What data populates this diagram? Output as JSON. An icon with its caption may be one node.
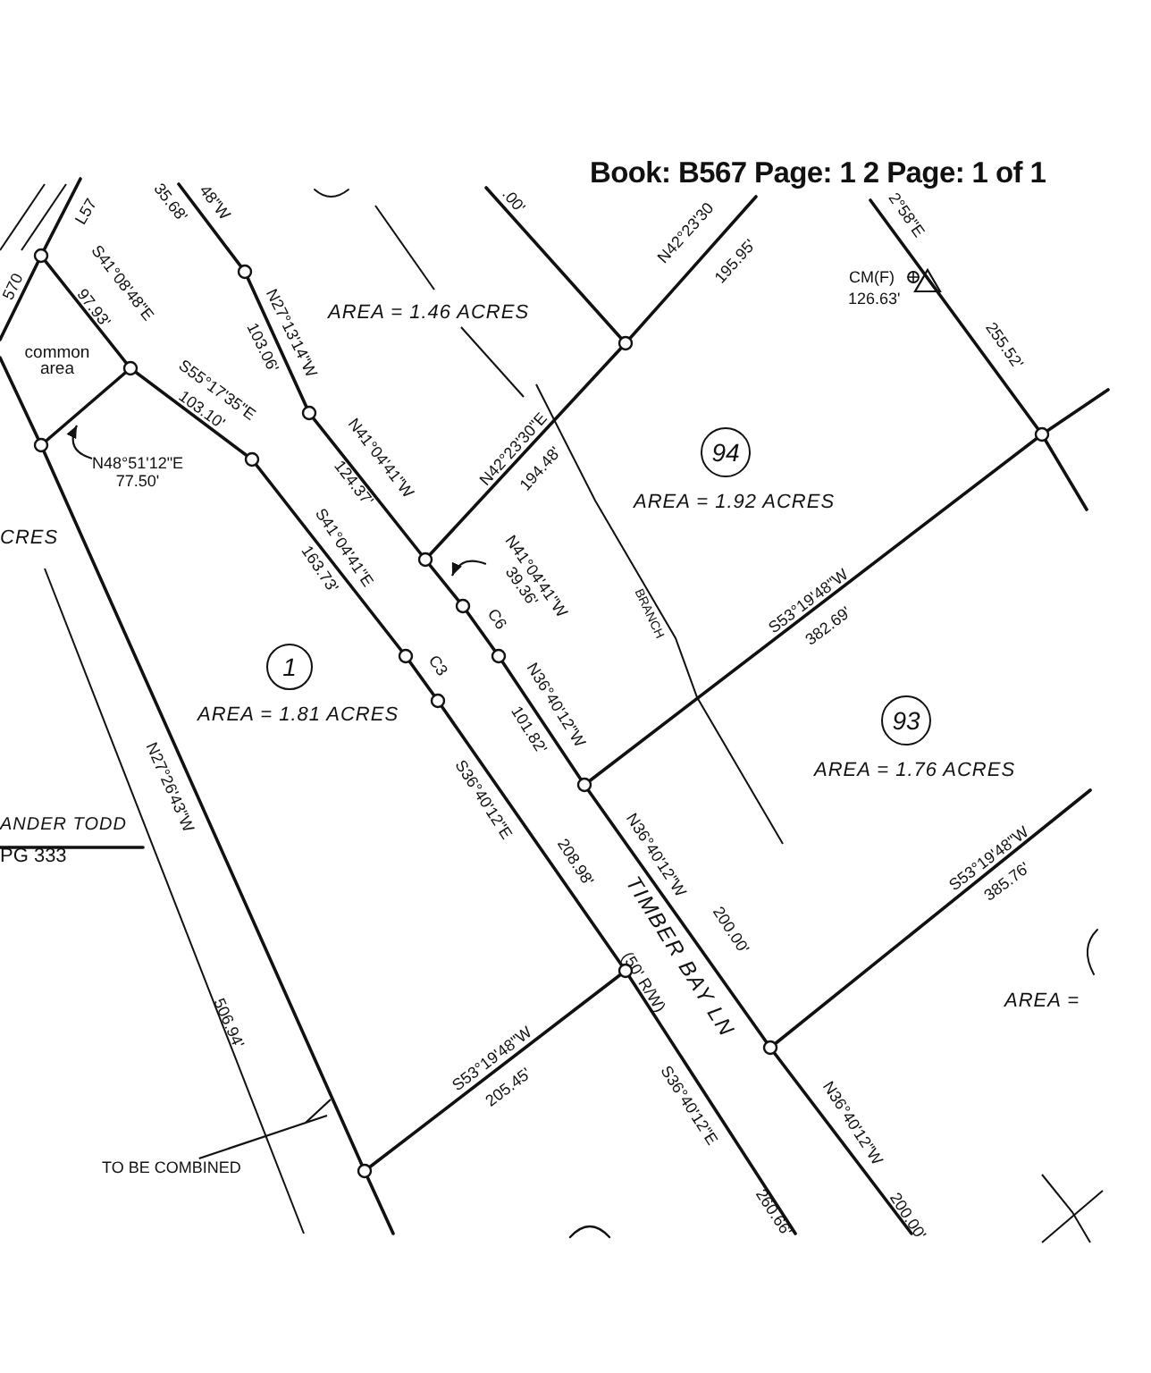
{
  "diagram": {
    "title": "Book: B567 Page: 1 2 Page: 1 of 1",
    "nodes": [
      {
        "text": [
          "1"
        ],
        "beside": [
          "AREA = 1.81 ACRES"
        ]
      },
      {
        "text": [
          "94"
        ],
        "beside": [
          "AREA = 1.92 ACRES"
        ]
      },
      {
        "text": [
          "93"
        ],
        "beside": [
          "AREA = 1.76 ACRES"
        ]
      },
      {
        "text": [
          "TO BE COMBINED"
        ]
      },
      {
        "text": [
          "N48°51'12\"E",
          "77.50'"
        ]
      },
      {
        "text": [
          "N41°04'41\"W",
          "39.36'"
        ]
      }
    ],
    "edges": [
      {
        "from": 3,
        "to": null,
        "arrow": "none"
      },
      {
        "from": 4,
        "to": null,
        "arrow": "to"
      },
      {
        "from": 5,
        "to": null,
        "arrow": "to"
      }
    ],
    "labels": [
      "L57",
      "570",
      "35.68'",
      "48\"W",
      ".00'",
      "AREA = 1.46 ACRES",
      "S41°08'48\"E",
      "97.93'",
      "common area",
      "N27°13'14\"W",
      "103.06'",
      "S55°17'35\"E",
      "103.10'",
      "N41°04'41\"W",
      "124.37'",
      "N42°23'30\"E",
      "194.48'",
      "N42°23'30",
      "195.95'",
      "2°58\"E",
      "CM(F)",
      "126.63'",
      "255.52'",
      "CRES",
      "S41°04'41\"E",
      "163.73'",
      "C6",
      "C3",
      "N36°40'12\"W",
      "101.82'",
      "BRANCH",
      "S53°19'48\"W",
      "382.69'",
      "N36°40'12\"W",
      "S36°40'12\"E",
      "208.98'",
      "ANDER TODD",
      "PG 333",
      "N27°26'43\"W",
      "506.94'",
      "200.00'",
      "S53°19'48\"W",
      "385.76'",
      "TIMBER BAY LN",
      "(50' R/W)",
      "AREA =",
      "S53°19'48\"W",
      "205.45'",
      "S36°40'12\"E",
      "260.66'",
      "N36°40'12\"W",
      "200.00'"
    ]
  }
}
